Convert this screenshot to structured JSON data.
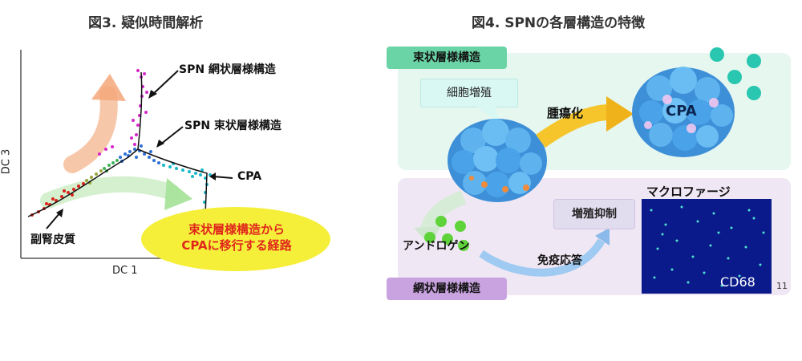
{
  "fig3": {
    "title": "図3. 疑似時間解析",
    "x_axis": "DC 1",
    "y_axis": "DC 3",
    "labels": {
      "reticular": "SPN 網状層様構造",
      "fasciculata": "SPN 束状層様構造",
      "cpa": "CPA",
      "adrenal": "副腎皮質"
    },
    "path_note_line1": "束状層様構造から",
    "path_note_line2": "CPAに移行する経路"
  },
  "fig4": {
    "title": "図4. SPNの各層構造の特徴",
    "tag_fasciculata": "束状層様構造",
    "tag_reticularis": "網状層様構造",
    "proliferation": "細胞増殖",
    "tumorigenesis": "腫瘍化",
    "cpa": "CPA",
    "suppression": "増殖抑制",
    "androgen": "アンドロゲン",
    "immune": "免疫応答",
    "macrophage": "マクロファージ",
    "cd68": "CD68"
  },
  "page_number": "11",
  "colors": {
    "fasciculata_tag": "#6bd4a6",
    "reticular_tag": "#c9a3e0",
    "cell_blue": "#4aa3e8",
    "cpa_marker": "#f2c6f0",
    "path_ellipse": "#f5ef3a",
    "path_text": "#e0271c"
  }
}
